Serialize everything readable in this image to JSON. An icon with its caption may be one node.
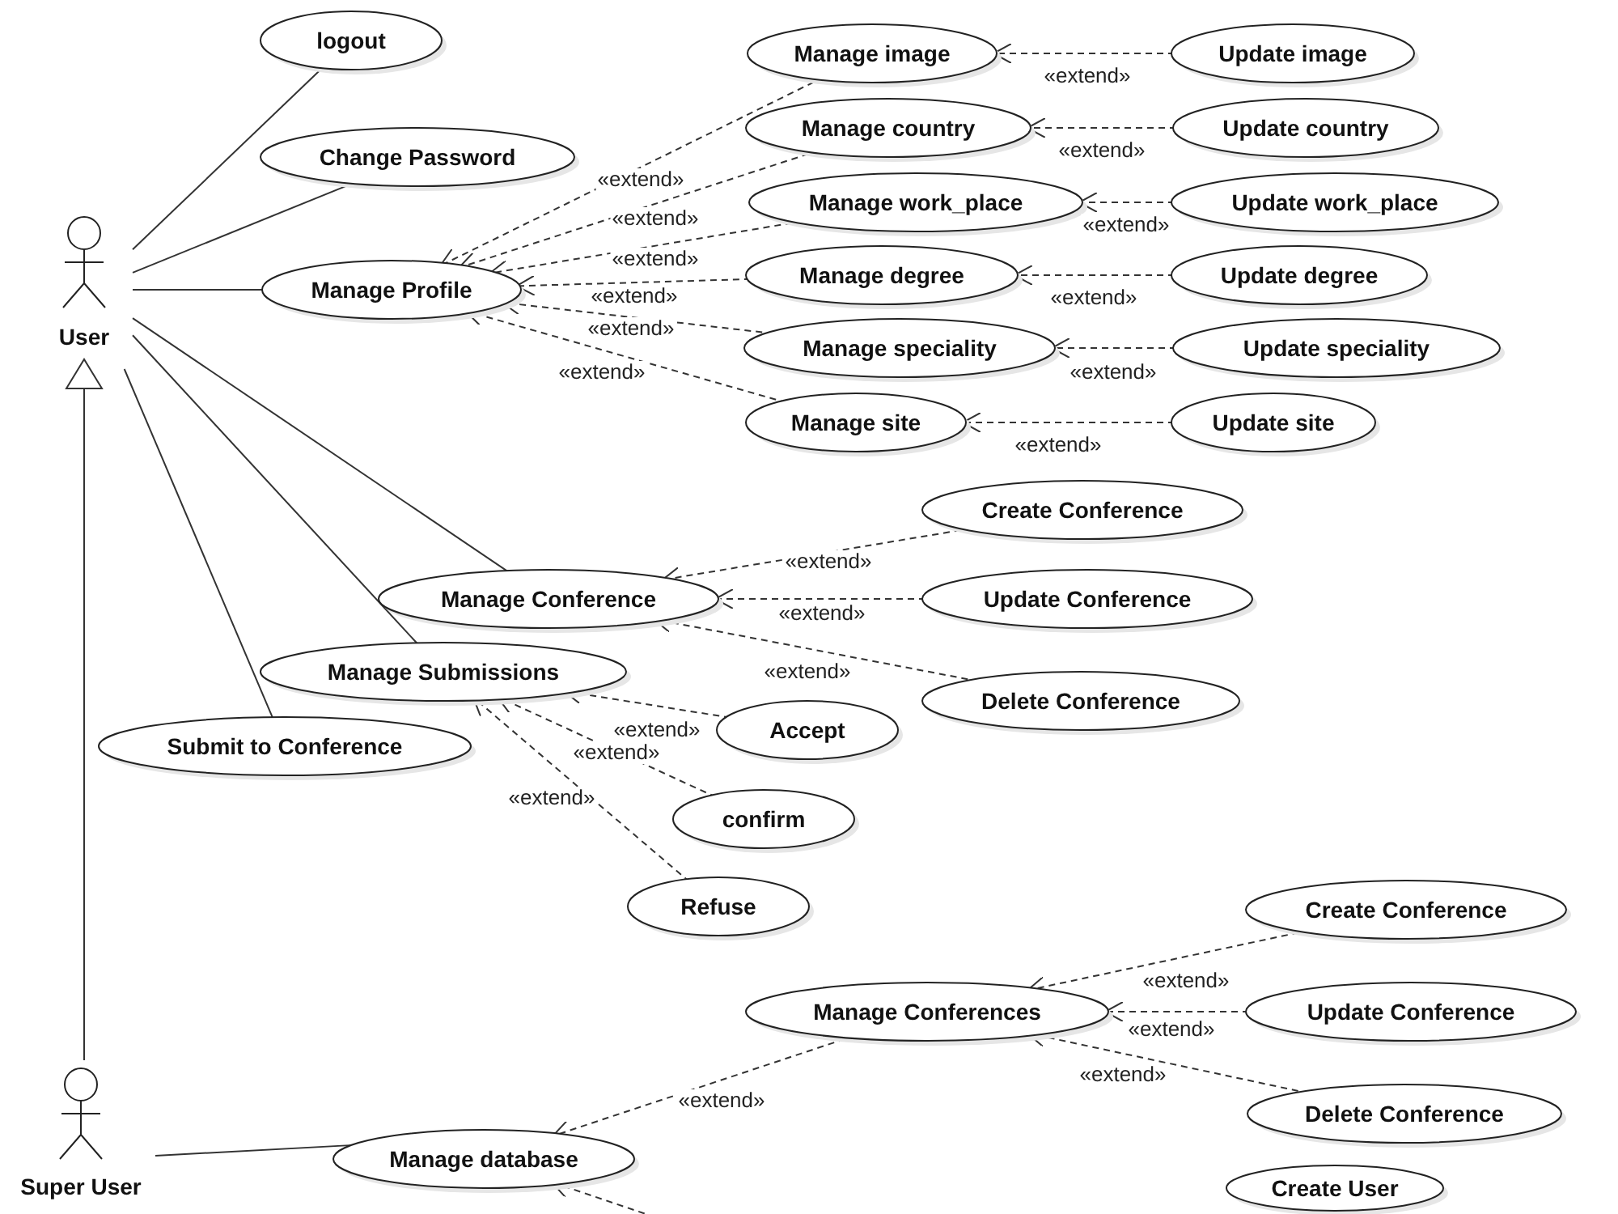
{
  "diagram": {
    "nodes": [
      {
        "text": [
          "User"
        ]
      },
      {
        "text": [
          "logout"
        ]
      },
      {
        "text": [
          "Change Password"
        ]
      },
      {
        "text": [
          "Manage Profile"
        ]
      },
      {
        "text": [
          "Manage image"
        ]
      },
      {
        "text": [
          "Update image"
        ]
      },
      {
        "text": [
          "Manage country"
        ]
      },
      {
        "text": [
          "Update country"
        ]
      },
      {
        "text": [
          "Manage work_place"
        ]
      },
      {
        "text": [
          "Update work_place"
        ]
      },
      {
        "text": [
          "Manage degree"
        ]
      },
      {
        "text": [
          "Update degree"
        ]
      },
      {
        "text": [
          "Manage speciality"
        ]
      },
      {
        "text": [
          "Update speciality"
        ]
      },
      {
        "text": [
          "Manage site"
        ]
      },
      {
        "text": [
          "Update site"
        ]
      },
      {
        "text": [
          "Create Conference"
        ]
      },
      {
        "text": [
          "Manage Conference"
        ]
      },
      {
        "text": [
          "Update Conference"
        ]
      },
      {
        "text": [
          "Manage Submissions"
        ]
      },
      {
        "text": [
          "Delete Conference"
        ]
      },
      {
        "text": [
          "Submit to Conference"
        ]
      },
      {
        "text": [
          "Accept"
        ]
      },
      {
        "text": [
          "confirm"
        ]
      },
      {
        "text": [
          "Refuse"
        ]
      },
      {
        "text": [
          "Create Conference"
        ]
      },
      {
        "text": [
          "Manage Conferences"
        ]
      },
      {
        "text": [
          "Update Conference"
        ]
      },
      {
        "text": [
          "Delete Conference"
        ]
      },
      {
        "text": [
          "Super User"
        ]
      },
      {
        "text": [
          "Manage database"
        ]
      },
      {
        "text": [
          "Create User"
        ]
      }
    ],
    "edges": [
      {
        "from": 0,
        "to": 1,
        "arrow": "none"
      },
      {
        "from": 0,
        "to": 2,
        "arrow": "none"
      },
      {
        "from": 0,
        "to": 3,
        "arrow": "none"
      },
      {
        "from": 0,
        "to": 17,
        "arrow": "none"
      },
      {
        "from": 0,
        "to": 19,
        "arrow": "none"
      },
      {
        "from": 0,
        "to": 21,
        "arrow": "none"
      },
      {
        "from": 29,
        "to": 0,
        "arrow": "to"
      },
      {
        "from": 4,
        "to": 3,
        "arrow": "to",
        "style": "dashed",
        "label": "«extend»"
      },
      {
        "from": 6,
        "to": 3,
        "arrow": "to",
        "style": "dashed",
        "label": "«extend»"
      },
      {
        "from": 8,
        "to": 3,
        "arrow": "to",
        "style": "dashed",
        "label": "«extend»"
      },
      {
        "from": 10,
        "to": 3,
        "arrow": "to",
        "style": "dashed",
        "label": "«extend»"
      },
      {
        "from": 12,
        "to": 3,
        "arrow": "to",
        "style": "dashed",
        "label": "«extend»"
      },
      {
        "from": 14,
        "to": 3,
        "arrow": "to",
        "style": "dashed",
        "label": "«extend»"
      },
      {
        "from": 5,
        "to": 4,
        "arrow": "to",
        "style": "dashed",
        "label": "«extend»"
      },
      {
        "from": 7,
        "to": 6,
        "arrow": "to",
        "style": "dashed",
        "label": "«extend»"
      },
      {
        "from": 9,
        "to": 8,
        "arrow": "to",
        "style": "dashed",
        "label": "«extend»"
      },
      {
        "from": 11,
        "to": 10,
        "arrow": "to",
        "style": "dashed",
        "label": "«extend»"
      },
      {
        "from": 13,
        "to": 12,
        "arrow": "to",
        "style": "dashed",
        "label": "«extend»"
      },
      {
        "from": 15,
        "to": 14,
        "arrow": "to",
        "style": "dashed",
        "label": "«extend»"
      },
      {
        "from": 16,
        "to": 17,
        "arrow": "to",
        "style": "dashed",
        "label": "«extend»"
      },
      {
        "from": 18,
        "to": 17,
        "arrow": "to",
        "style": "dashed",
        "label": "«extend»"
      },
      {
        "from": 20,
        "to": 17,
        "arrow": "to",
        "style": "dashed",
        "label": "«extend»"
      },
      {
        "from": 22,
        "to": 19,
        "arrow": "to",
        "style": "dashed",
        "label": "«extend»"
      },
      {
        "from": 23,
        "to": 19,
        "arrow": "to",
        "style": "dashed",
        "label": "«extend»"
      },
      {
        "from": 24,
        "to": 19,
        "arrow": "to",
        "style": "dashed",
        "label": "«extend»"
      },
      {
        "from": 25,
        "to": 26,
        "arrow": "to",
        "style": "dashed",
        "label": "«extend»"
      },
      {
        "from": 27,
        "to": 26,
        "arrow": "to",
        "style": "dashed",
        "label": "«extend»"
      },
      {
        "from": 28,
        "to": 26,
        "arrow": "to",
        "style": "dashed",
        "label": "«extend»"
      },
      {
        "from": 26,
        "to": 30,
        "arrow": "to",
        "style": "dashed",
        "label": "«extend»"
      },
      {
        "from": 29,
        "to": 30,
        "arrow": "none"
      },
      {
        "from": null,
        "to": 30,
        "arrow": "to",
        "style": "dashed"
      }
    ]
  }
}
